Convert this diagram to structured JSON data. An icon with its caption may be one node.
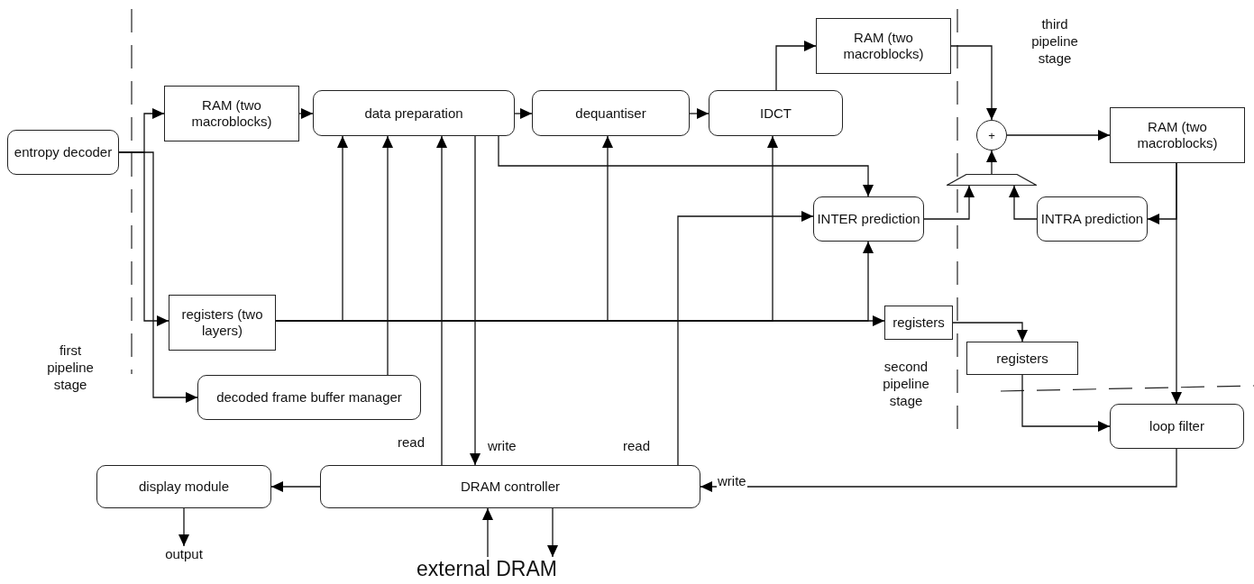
{
  "diagram": {
    "nodes": [
      {
        "text": [
          "entropy decoder"
        ]
      },
      {
        "text": [
          "RAM (two macroblocks)"
        ]
      },
      {
        "text": [
          "data preparation"
        ]
      },
      {
        "text": [
          "dequantiser"
        ]
      },
      {
        "text": [
          "IDCT"
        ]
      },
      {
        "text": [
          "RAM (two macroblocks)"
        ]
      },
      {
        "text": [
          "+"
        ]
      },
      {
        "text": [
          "RAM (two macroblocks)"
        ]
      },
      {
        "text": [],
        "shape": "trapezoid"
      },
      {
        "text": [
          "INTER prediction"
        ]
      },
      {
        "text": [
          "INTRA prediction"
        ]
      },
      {
        "text": [
          "registers (two layers)"
        ]
      },
      {
        "text": [
          "registers"
        ]
      },
      {
        "text": [
          "registers"
        ]
      },
      {
        "text": [
          "decoded frame buffer manager"
        ]
      },
      {
        "text": [
          "loop filter"
        ]
      },
      {
        "text": [
          "DRAM controller"
        ]
      },
      {
        "text": [
          "display module"
        ]
      },
      {
        "text": [
          "output"
        ]
      },
      {
        "text": [
          "external DRAM"
        ]
      }
    ],
    "edges": [
      {
        "from": 0,
        "to": 1,
        "arrow": "to"
      },
      {
        "from": 0,
        "to": 11,
        "arrow": "to"
      },
      {
        "from": 0,
        "to": 14,
        "arrow": "to"
      },
      {
        "from": 1,
        "to": 2,
        "arrow": "to"
      },
      {
        "from": 2,
        "to": 3,
        "arrow": "to"
      },
      {
        "from": 3,
        "to": 4,
        "arrow": "to"
      },
      {
        "from": 4,
        "to": 5,
        "arrow": "to"
      },
      {
        "from": 5,
        "to": 6,
        "arrow": "to"
      },
      {
        "from": 6,
        "to": 7,
        "arrow": "to"
      },
      {
        "from": 8,
        "to": 6,
        "arrow": "to"
      },
      {
        "from": 9,
        "to": 8,
        "arrow": "to"
      },
      {
        "from": 10,
        "to": 8,
        "arrow": "to"
      },
      {
        "from": 7,
        "to": 10,
        "arrow": "to"
      },
      {
        "from": 7,
        "to": 15,
        "arrow": "to"
      },
      {
        "from": 2,
        "to": 9,
        "arrow": "to"
      },
      {
        "from": 11,
        "to": 2,
        "arrow": "to"
      },
      {
        "from": 11,
        "to": 3,
        "arrow": "to"
      },
      {
        "from": 11,
        "to": 4,
        "arrow": "to"
      },
      {
        "from": 11,
        "to": 9,
        "arrow": "to"
      },
      {
        "from": 11,
        "to": 12,
        "arrow": "to"
      },
      {
        "from": 14,
        "to": 2,
        "arrow": "to"
      },
      {
        "from": 16,
        "to": 2,
        "arrow": "to",
        "label": "read"
      },
      {
        "from": 2,
        "to": 16,
        "arrow": "to",
        "label": "write"
      },
      {
        "from": 16,
        "to": 9,
        "arrow": "to",
        "label": "read"
      },
      {
        "from": 12,
        "to": 13,
        "arrow": "to"
      },
      {
        "from": 13,
        "to": 15,
        "arrow": "to"
      },
      {
        "from": 15,
        "to": 16,
        "arrow": "to",
        "label": "write"
      },
      {
        "from": 16,
        "to": 17,
        "arrow": "to"
      },
      {
        "from": 17,
        "to": 18,
        "arrow": "to"
      },
      {
        "from": 19,
        "to": 16,
        "arrow": "to"
      },
      {
        "from": 16,
        "to": 19,
        "arrow": "to"
      }
    ],
    "labels": [
      "third pipeline stage",
      "first pipeline stage",
      "second pipeline stage"
    ]
  }
}
